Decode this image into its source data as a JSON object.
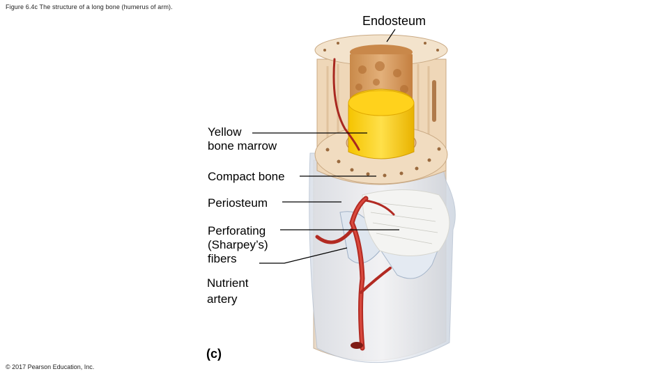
{
  "header": {
    "caption": "Figure 6.4c The structure of a long bone (humerus of arm)."
  },
  "labels": {
    "endosteum": "Endosteum",
    "yellow_marrow": "Yellow\nbone marrow",
    "compact_bone": "Compact bone",
    "periosteum": "Periosteum",
    "perforating_fibers": "Perforating\n(Sharpey’s)\nfibers",
    "nutrient_artery": "Nutrient\nartery",
    "panel": "(c)"
  },
  "footer": {
    "copyright": "© 2017 Pearson Education, Inc."
  }
}
